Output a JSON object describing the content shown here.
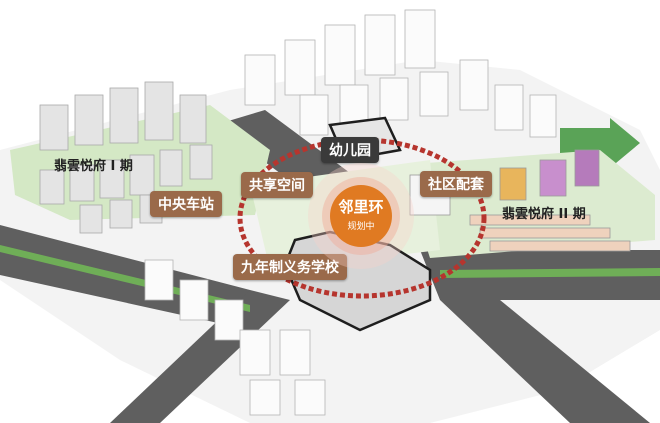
{
  "labels": {
    "kindergarten": "幼儿园",
    "community": "社区配套",
    "shared_space": "共享空间",
    "central_station": "中央车站",
    "school": "九年制义务学校",
    "estate_1": "翡雲悦府 I 期",
    "estate_2": "翡雲悦府 II 期"
  },
  "center": {
    "title": "邻里环",
    "subtitle": "规划中"
  },
  "colors": {
    "road": "#5a5a5a",
    "green_strip": "#6fae57",
    "lawn": "#cfe5c2",
    "ring": "#b6352e",
    "accent": "#e07a22",
    "label_bg": "#9a6a4a"
  }
}
